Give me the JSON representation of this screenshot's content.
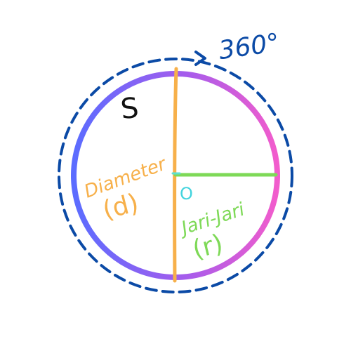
{
  "diagram": {
    "labels": {
      "angle": "360°",
      "arc_letter": "S",
      "diameter_word": "Diameter",
      "diameter_symbol": "(d)",
      "center_letter": "O",
      "radius_word": "Jari-Jari",
      "radius_symbol": "(r)"
    },
    "colors": {
      "dashed_outline": "#0b4aa6",
      "gradient_left": "#5b6cff",
      "gradient_mid": "#9b5cf0",
      "gradient_right": "#f05ccf",
      "diameter_line": "#f7b04a",
      "radius_line": "#7ed957",
      "center_mark": "#43d4de",
      "arc_letter": "#111111"
    }
  }
}
